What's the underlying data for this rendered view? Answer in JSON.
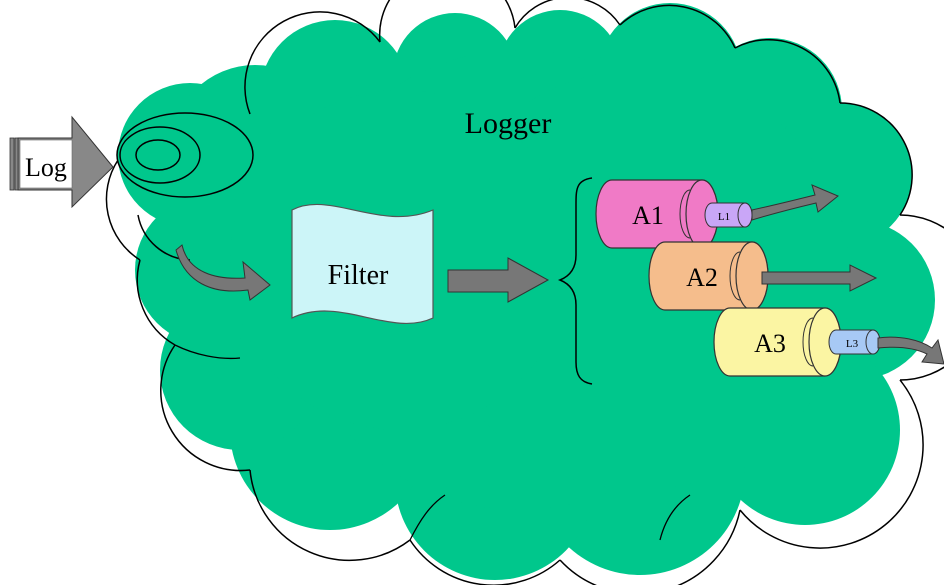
{
  "labels": {
    "logger": "Logger",
    "log": "Log",
    "filter": "Filter",
    "appender1": "A1",
    "appender2": "A2",
    "appender3": "A3",
    "layout1": "L1",
    "layout3": "L3"
  },
  "colors": {
    "background": "#ffffff",
    "cloud": "#00c78c",
    "cloud_outline": "#000000",
    "arrow": "#777777",
    "filter": "#ccf5f8",
    "appender1": "#f07ac6",
    "appender2": "#f5bd8c",
    "appender3": "#fbf5a3",
    "layout1": "#c9a6f7",
    "layout3": "#a7c9f5"
  }
}
